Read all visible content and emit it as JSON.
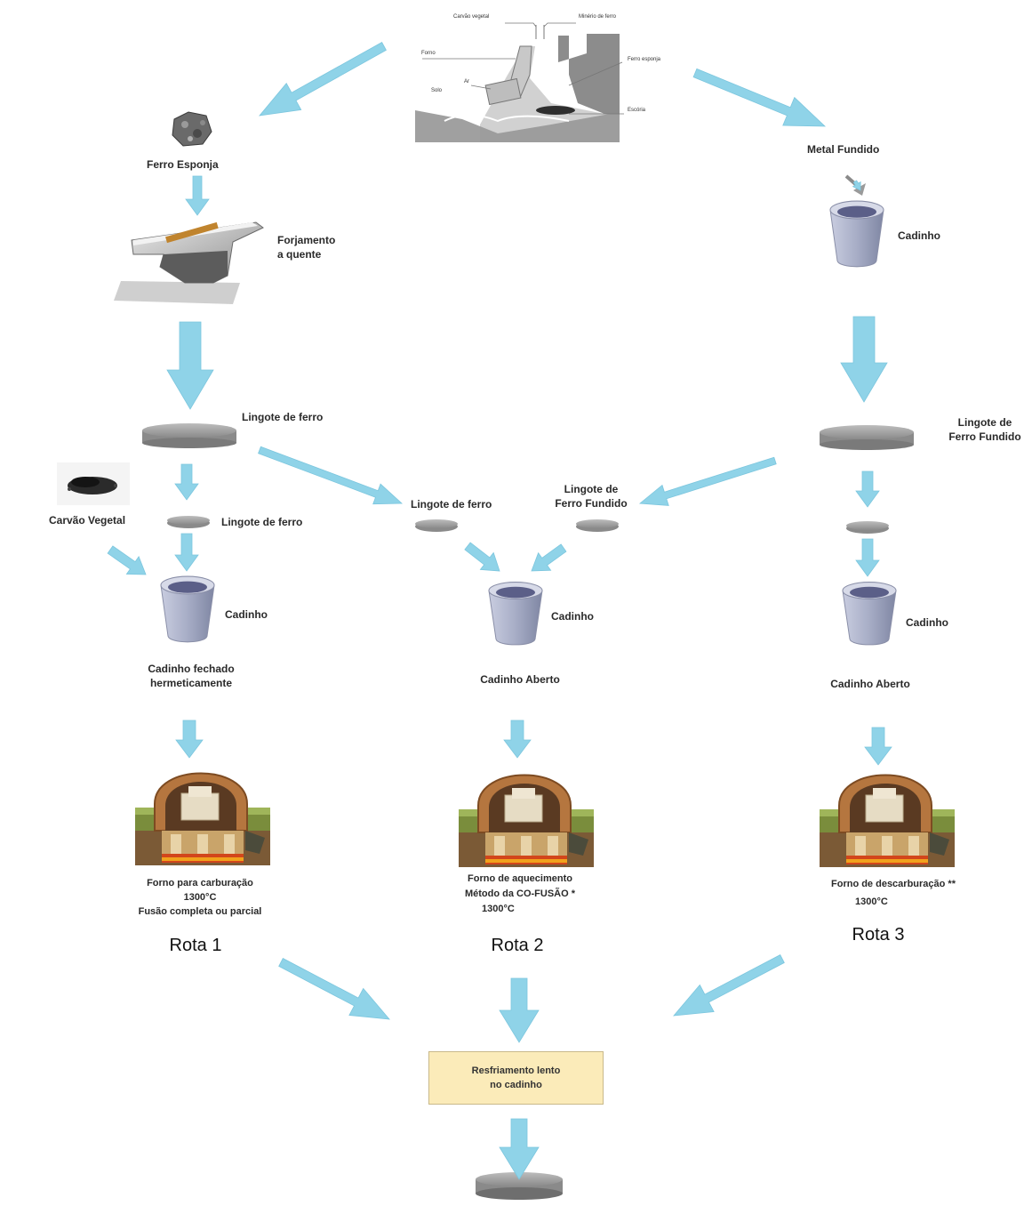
{
  "furnace_labels": {
    "charcoal": "Carvão vegetal",
    "ore": "Minério de ferro",
    "furnace": "Forno",
    "sponge_iron": "Ferro esponja",
    "air": "Ar",
    "ground": "Solo",
    "slag": "Escória"
  },
  "route_1": {
    "sponge_iron": "Ferro Esponja",
    "forging_line1": "Forjamento",
    "forging_line2": "a quente",
    "ingot": "Lingote de ferro",
    "charcoal": "Carvão Vegetal",
    "small_ingot": "Lingote de ferro",
    "crucible": "Cadinho",
    "crucible_note_line1": "Cadinho fechado",
    "crucible_note_line2": "hermeticamente",
    "furnace_line1": "Forno para carburação",
    "furnace_line2": "1300°C",
    "furnace_line3": "Fusão completa ou parcial",
    "title": "Rota 1"
  },
  "route_2": {
    "ingot_iron": "Lingote de ferro",
    "ingot_cast_line1": "Lingote de",
    "ingot_cast_line2": "Ferro Fundido",
    "crucible": "Cadinho",
    "crucible_note": "Cadinho Aberto",
    "furnace_line1": "Forno de aquecimento",
    "furnace_line2": "Método da CO-FUSÃO *",
    "furnace_line3": "1300°C",
    "title": "Rota 2"
  },
  "route_3": {
    "molten_metal": "Metal Fundido",
    "crucible_top": "Cadinho",
    "ingot_line1": "Lingote de",
    "ingot_line2": "Ferro Fundido",
    "crucible": "Cadinho",
    "crucible_note": "Cadinho Aberto",
    "furnace_line1": "Forno de descarburação  **",
    "furnace_line2": "1300°C",
    "title": "Rota 3"
  },
  "final": {
    "box_line1": "Resfriamento lento",
    "box_line2": "no cadinho"
  },
  "colors": {
    "arrow": "#8fd3e8",
    "box_fill": "#fbebb9",
    "crucible": "#a9aec6",
    "ingot": "#9a9a9a"
  }
}
